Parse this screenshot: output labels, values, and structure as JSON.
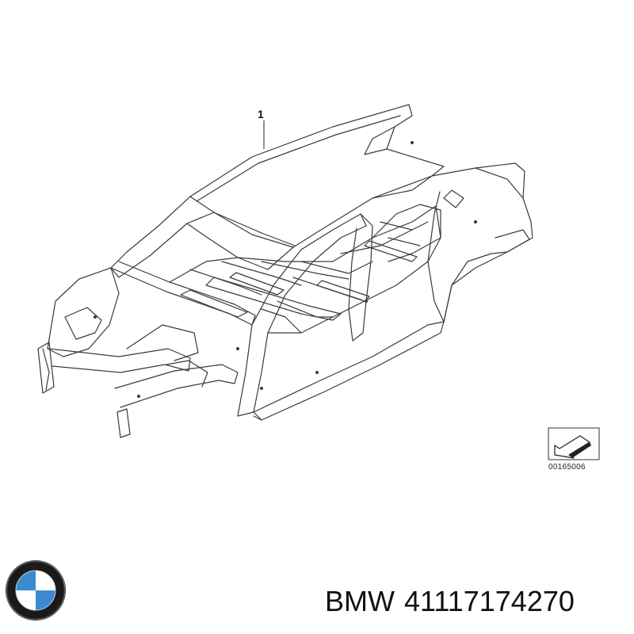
{
  "diagram": {
    "callout_number": "1",
    "reference_code": "00165006"
  },
  "brand": {
    "name": "BMW",
    "logo_icon": "bmw-roundel-icon",
    "colors": {
      "blue": "#3a8bd0",
      "ring": "#1a1a1a"
    }
  },
  "part": {
    "number": "41117174270"
  }
}
